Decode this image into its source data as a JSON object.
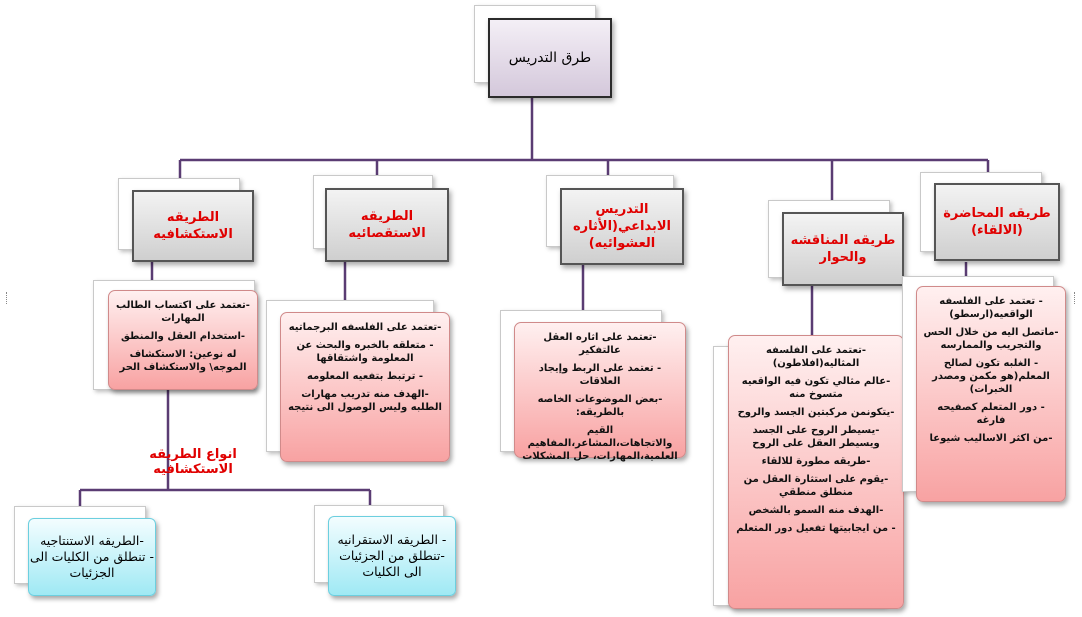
{
  "root": {
    "label": "طرق التدريس"
  },
  "methods": [
    {
      "key": "discovery",
      "title": "الطريقه الاستكشافيه",
      "details": [
        "-تعتمد على اكتساب الطالب المهارات",
        "-استخدام العقل والمنطق",
        "له نوعين: الاستكشاف الموجه\\ والاستكشاف الحر"
      ]
    },
    {
      "key": "inquiry",
      "title": "الطريقه الاستقصائيه",
      "details": [
        "-تعتمد على الفلسفه البرجماتيه",
        "- متعلقه بالخبره والبحث عن المعلومة واشتقاقها",
        "- ترتبط بتفعيه المعلومه",
        "-الهدف منه تدريب مهارات الطلبه وليس الوصول الى نتيجه"
      ]
    },
    {
      "key": "creative",
      "title": "التدريس الابداعي(الأثاره العشوائيه)",
      "details": [
        "-تعتمد على اثاره العقل عالتفكير",
        "- تعتمد على الربط وإيجاد العلاقات",
        "-بعض الموضوعات الخاصه بالطريقه:",
        "القيم والاتجاهات،المشاعر،المفاهيم العلمية،المهارات، حل المشكلات"
      ]
    },
    {
      "key": "discussion",
      "title": "طريقه المناقشه والحوار",
      "details": [
        "-تعتمد على الفلسفه المثاليه(افلاطون)",
        "-عالم مثالي تكون فيه الواقعيه متسوخ منه",
        "-يتكونمن مركبتين الجسد والروح",
        "-يسيطر الروح على الجسد ويسيطر العقل على الروح",
        "-طريقه مطورة للالقاء",
        "-يقوم على استثارة العقل من منطلق منطقي",
        "-الهدف منه السمو بالشخص",
        "- من ايجابيتها تفعيل دور المتعلم"
      ]
    },
    {
      "key": "lecture",
      "title": "طريقه المحاضرة (الالقاء)",
      "details": [
        "- تعتمد على الفلسفه الواقعيه(ارسطو)",
        "-ماتصل اليه من خلال الحس والتجريب والممارسه",
        "- الغلبه تكون لصالح المعلم(هو مكمن ومصدر الخبرات)",
        "- دور المتعلم كصفيحه فارغه",
        "-من اكثر الاساليب شيوعا"
      ]
    }
  ],
  "discovery_types": {
    "label": "انواع الطريقه الاستكشافيه",
    "items": [
      {
        "key": "deductive",
        "lines": [
          "-الطريقه الاستنتاجيه",
          "- تنطلق من الكليات الى الجزئيات"
        ]
      },
      {
        "key": "inductive",
        "lines": [
          "- الطريقه الاستقرانيه",
          "-تنطلق من الجزئيات الى الكليات"
        ]
      }
    ]
  },
  "colors": {
    "title_red": "#e00000",
    "connector": "#5a3c73",
    "detail_fill": "#f8a2a2",
    "sub_fill": "#9fe9f4"
  }
}
